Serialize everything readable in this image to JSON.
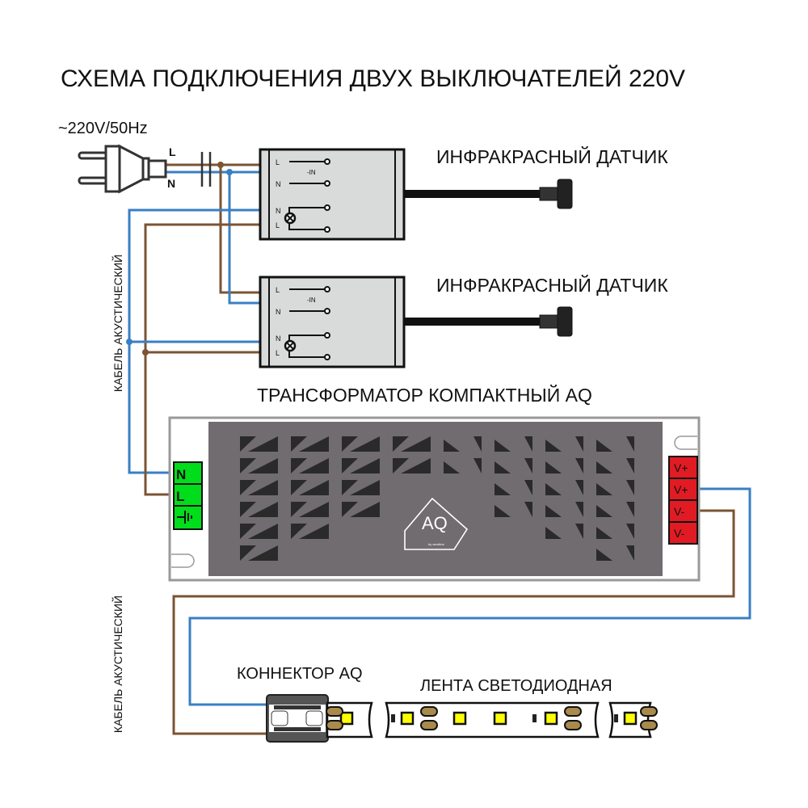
{
  "title": "СХЕМА ПОДКЛЮЧЕНИЯ ДВУХ ВЫКЛЮЧАТЕЛЕЙ 220V",
  "mains": {
    "label": "~220V/50Hz",
    "l": "L",
    "n": "N"
  },
  "sensors": [
    {
      "label": "ИНФРАКРАСНЫЙ ДАТЧИК",
      "pins": [
        "L",
        "N",
        "N",
        "L"
      ],
      "in": "-IN"
    },
    {
      "label": "ИНФРАКРАСНЫЙ ДАТЧИК",
      "pins": [
        "L",
        "N",
        "N",
        "L"
      ],
      "in": "-IN"
    }
  ],
  "cable_label": "КАБЕЛЬ АКУСТИЧЕСКИЙ",
  "transformer": {
    "label": "ТРАНСФОРМАТОР КОМПАКТНЫЙ AQ",
    "input_terminals": [
      "N",
      "L"
    ],
    "output_terminals": [
      "V+",
      "V+",
      "V-",
      "V-"
    ],
    "logo": "AQ",
    "logo_sub": "by westline"
  },
  "connector": {
    "label": "КОННЕКТОР AQ"
  },
  "strip": {
    "label": "ЛЕНТА СВЕТОДИОДНАЯ"
  },
  "colors": {
    "live": "#7b5433",
    "neutral": "#3a7fc4",
    "green": "#00dd1a",
    "red": "#e01b24",
    "body": "#706c70",
    "sensor": "#d9dbdb",
    "led": "#ffff00",
    "pad": "#a98a4a"
  }
}
